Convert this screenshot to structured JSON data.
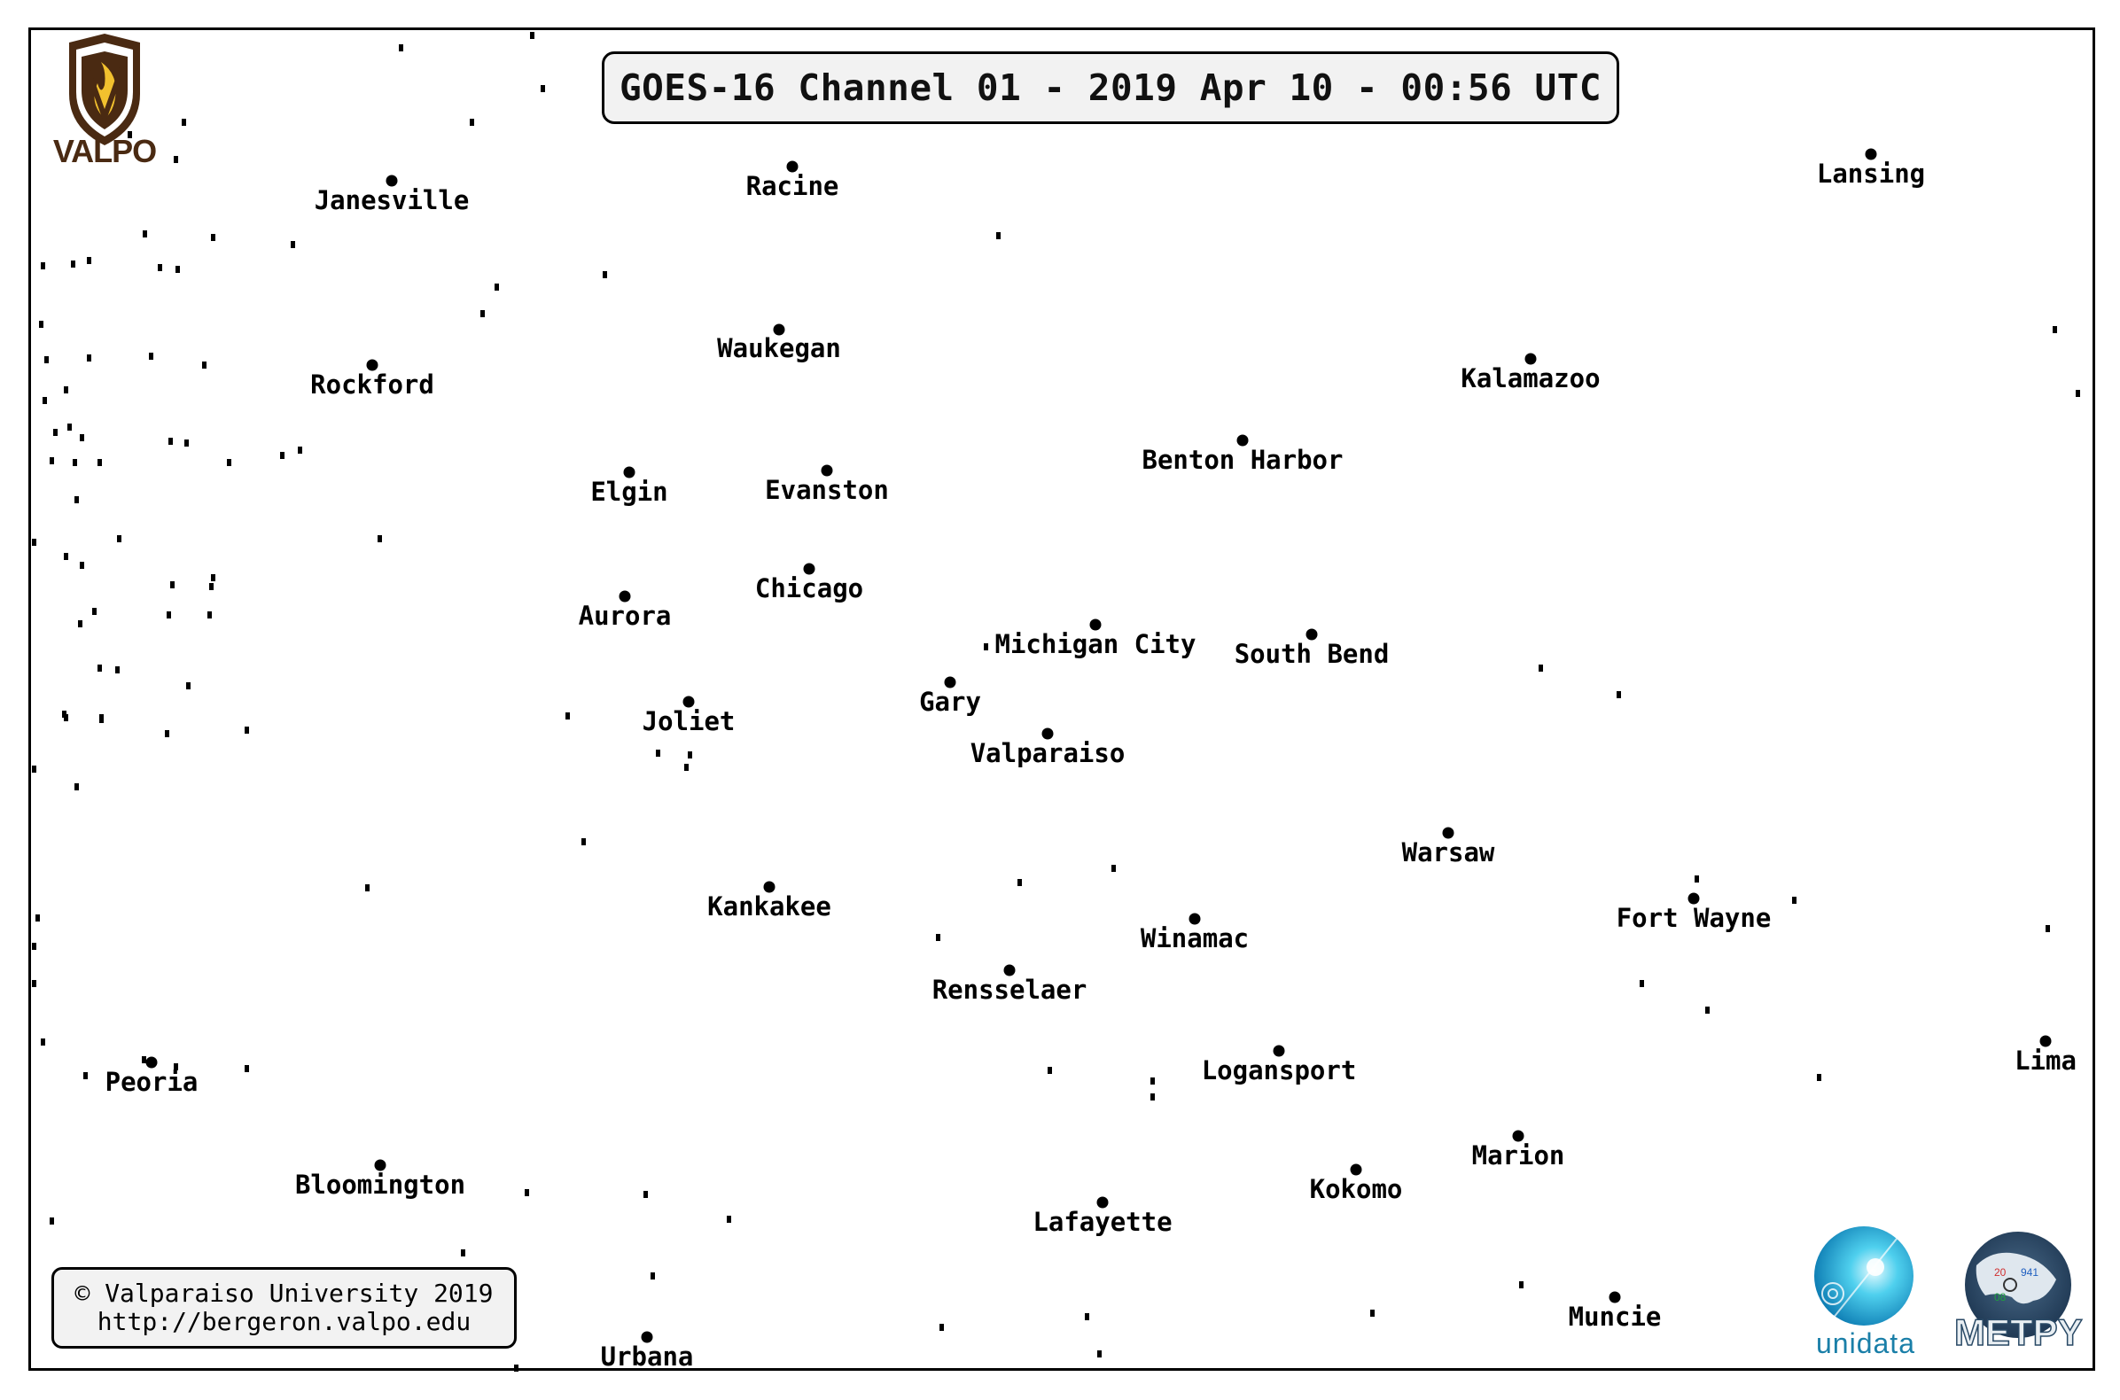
{
  "title": "GOES-16 Channel 01 - 2019 Apr 10 - 00:56 UTC",
  "cities": [
    {
      "name": "Janesville"
    },
    {
      "name": "Racine"
    },
    {
      "name": "Lansing"
    },
    {
      "name": "Waukegan"
    },
    {
      "name": "Rockford"
    },
    {
      "name": "Kalamazoo"
    },
    {
      "name": "Benton Harbor"
    },
    {
      "name": "Elgin"
    },
    {
      "name": "Evanston"
    },
    {
      "name": "Chicago"
    },
    {
      "name": "Aurora"
    },
    {
      "name": "Michigan City"
    },
    {
      "name": "South Bend"
    },
    {
      "name": "Gary"
    },
    {
      "name": "Joliet"
    },
    {
      "name": "Valparaiso"
    },
    {
      "name": "Warsaw"
    },
    {
      "name": "Kankakee"
    },
    {
      "name": "Fort Wayne"
    },
    {
      "name": "Winamac"
    },
    {
      "name": "Rensselaer"
    },
    {
      "name": "Lima"
    },
    {
      "name": "Logansport"
    },
    {
      "name": "Peoria"
    },
    {
      "name": "Marion"
    },
    {
      "name": "Kokomo"
    },
    {
      "name": "Bloomington"
    },
    {
      "name": "Lafayette"
    },
    {
      "name": "Muncie"
    },
    {
      "name": "Urbana"
    }
  ],
  "copyright": {
    "line1": "© Valparaiso University 2019",
    "line2": "http://bergeron.valpo.edu"
  },
  "logos": {
    "valpo": "VALPO",
    "unidata": "unidata",
    "metpy": "METPY",
    "metpy_station": {
      "temp": "20",
      "pressure": "941",
      "dewpoint": "08"
    }
  },
  "colors": {
    "valpo_brown": "#4a2a12",
    "valpo_gold": "#f2c12e",
    "unidata_blue": "#1a7fa8"
  }
}
